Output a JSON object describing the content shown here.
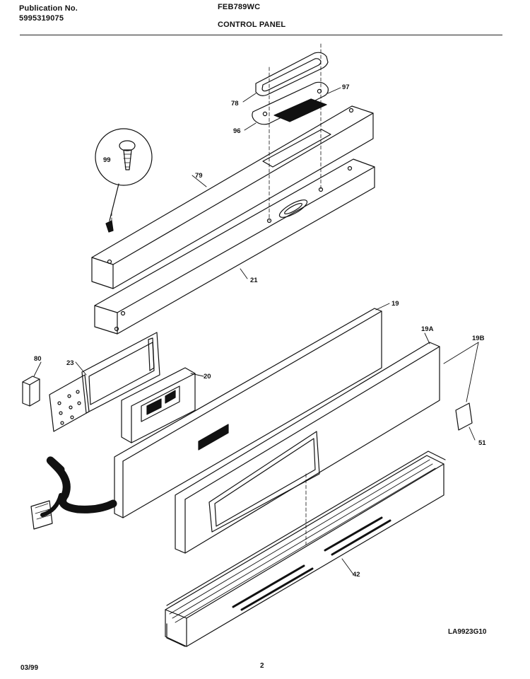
{
  "header": {
    "publication_label": "Publication No.",
    "publication_number": "5995319075",
    "model": "FEB789WC",
    "section_title": "CONTROL PANEL"
  },
  "callouts": {
    "p78": "78",
    "p97": "97",
    "p96": "96",
    "p99": "99",
    "p79": "79",
    "p21": "21",
    "p19": "19",
    "p19a": "19A",
    "p19b": "19B",
    "p80": "80",
    "p23": "23",
    "p20": "20",
    "p51": "51",
    "p42": "42"
  },
  "footer": {
    "date": "03/99",
    "page_number": "2",
    "drawing_id": "LA9923G10"
  }
}
